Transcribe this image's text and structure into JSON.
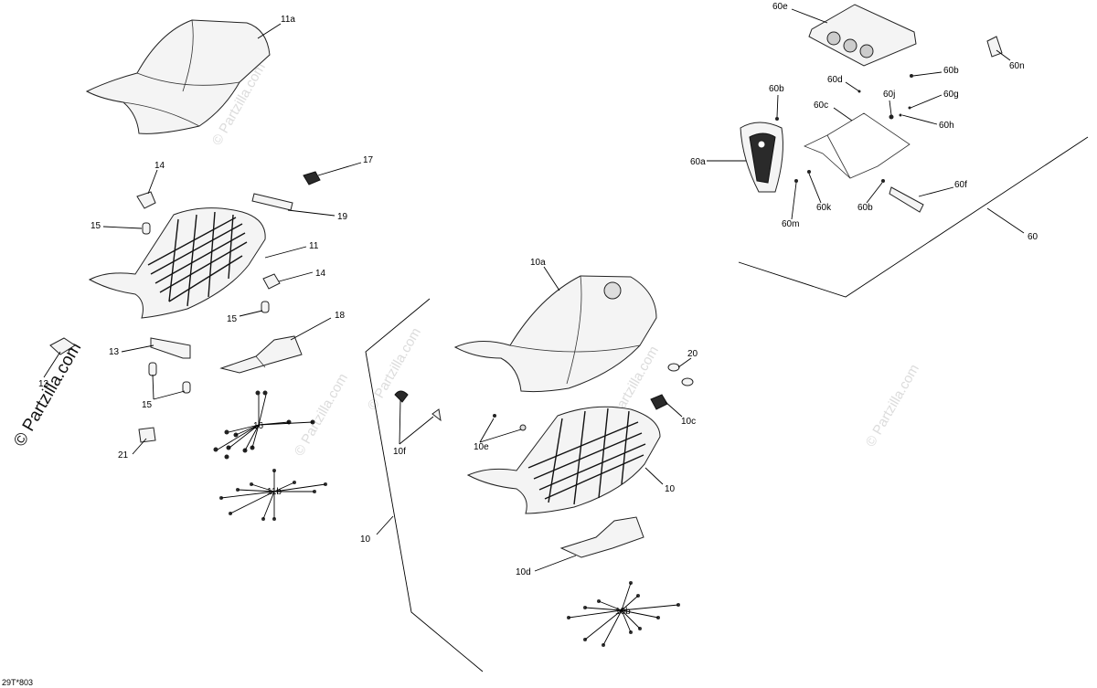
{
  "watermark": {
    "main": "© Partzilla.com",
    "faint": "© Partzilla.com"
  },
  "drawing_code": "29T*803",
  "labels": {
    "l11a": "11a",
    "l14a": "14",
    "l17": "17",
    "l19": "19",
    "l15a": "15",
    "l11": "11",
    "l14b": "14",
    "l15b": "15",
    "l18": "18",
    "l13": "13",
    "l12": "12",
    "l15c": "15",
    "l16": "16",
    "l21": "21",
    "l11b": "11b",
    "l10a": "10a",
    "l20": "20",
    "l10c": "10c",
    "l10f": "10f",
    "l10e": "10e",
    "l10": "10",
    "l10_frame": "10",
    "l10d": "10d",
    "l10b": "10b",
    "l60e": "60e",
    "l60n": "60n",
    "l60b_top": "60b",
    "l60d": "60d",
    "l60b_left": "60b",
    "l60j": "60j",
    "l60g": "60g",
    "l60c": "60c",
    "l60h": "60h",
    "l60a": "60a",
    "l60f": "60f",
    "l60m": "60m",
    "l60k": "60k",
    "l60b_bottom": "60b",
    "l60": "60"
  }
}
